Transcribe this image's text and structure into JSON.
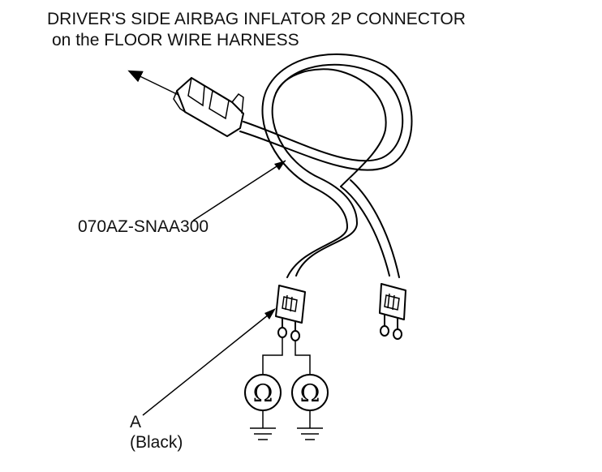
{
  "diagram": {
    "title_line1": "DRIVER'S SIDE AIRBAG INFLATOR 2P CONNECTOR",
    "title_line2": "on the FLOOR WIRE HARNESS",
    "part_number": "070AZ-SNAA300",
    "connector_label": "A",
    "connector_color": "(Black)",
    "meter_symbol": "Ω",
    "icons": [
      "ohmmeter-icon",
      "ground-icon",
      "arrow-icon"
    ]
  }
}
